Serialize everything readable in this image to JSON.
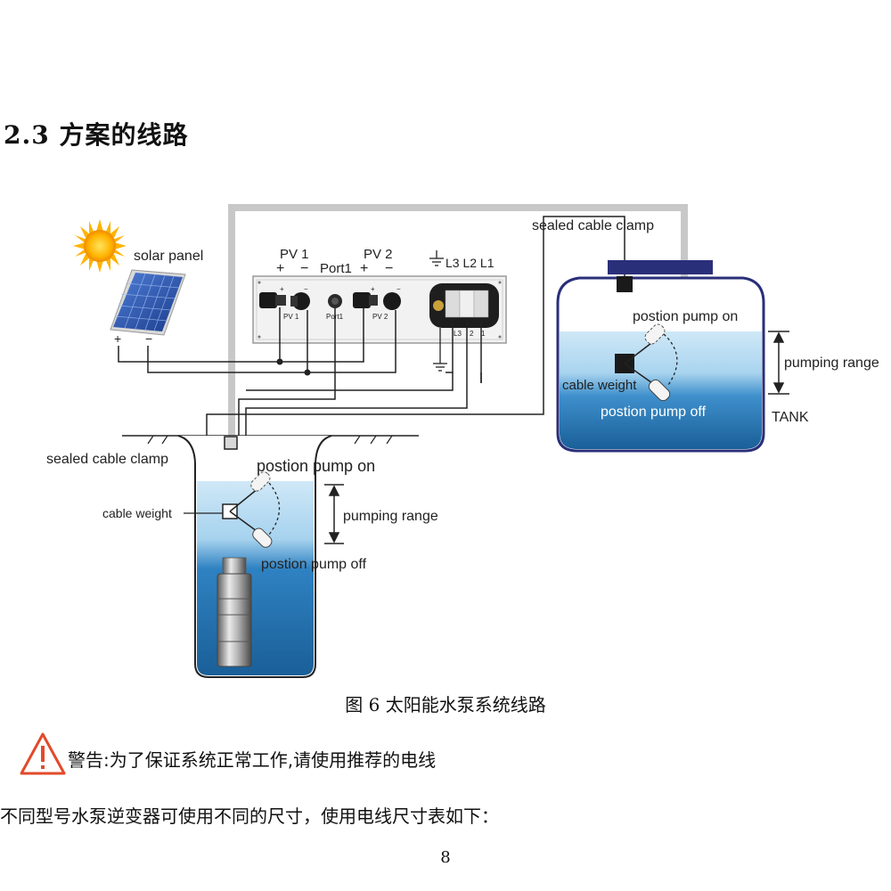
{
  "heading": "2.3 方案的线路",
  "diagram": {
    "solar_panel_label": "solar  panel",
    "plus": "+",
    "minus": "−",
    "pv1_label": "PV 1",
    "pv2_label": "PV 2",
    "port1_label": "Port1",
    "l_labels": "L3 L2 L1",
    "pv1_small": "PV 1",
    "port1_small": "Port1",
    "pv2_small": "PV 2",
    "terminal_l3": "L3",
    "terminal_2": "2",
    "terminal_1": "1",
    "tank": {
      "clamp_label": "sealed cable clamp",
      "on_label": "postion pump on",
      "weight_label": "cable weight",
      "off_label": "postion pump off",
      "range_label": "pumping range",
      "tank_label": "TANK"
    },
    "well": {
      "clamp_label": "sealed cable clamp",
      "on_label": "postion pump on",
      "weight_label": "cable weight",
      "range_label": "pumping range",
      "off_label": "postion pump off"
    }
  },
  "caption": "图 6 太阳能水泵系统线路",
  "warning": "警告:为了保证系统正常工作,请使用推荐的电线",
  "line2": "不同型号水泵逆变器可使用不同的尺寸，使用电线尺寸表如下：",
  "page_number": "8",
  "colors": {
    "pipe": "#c8c8c8",
    "water_light": "#c4e3f5",
    "water_dark": "#1d6fb0",
    "lid": "#2a2f7a",
    "warning": "#e24a2a"
  }
}
